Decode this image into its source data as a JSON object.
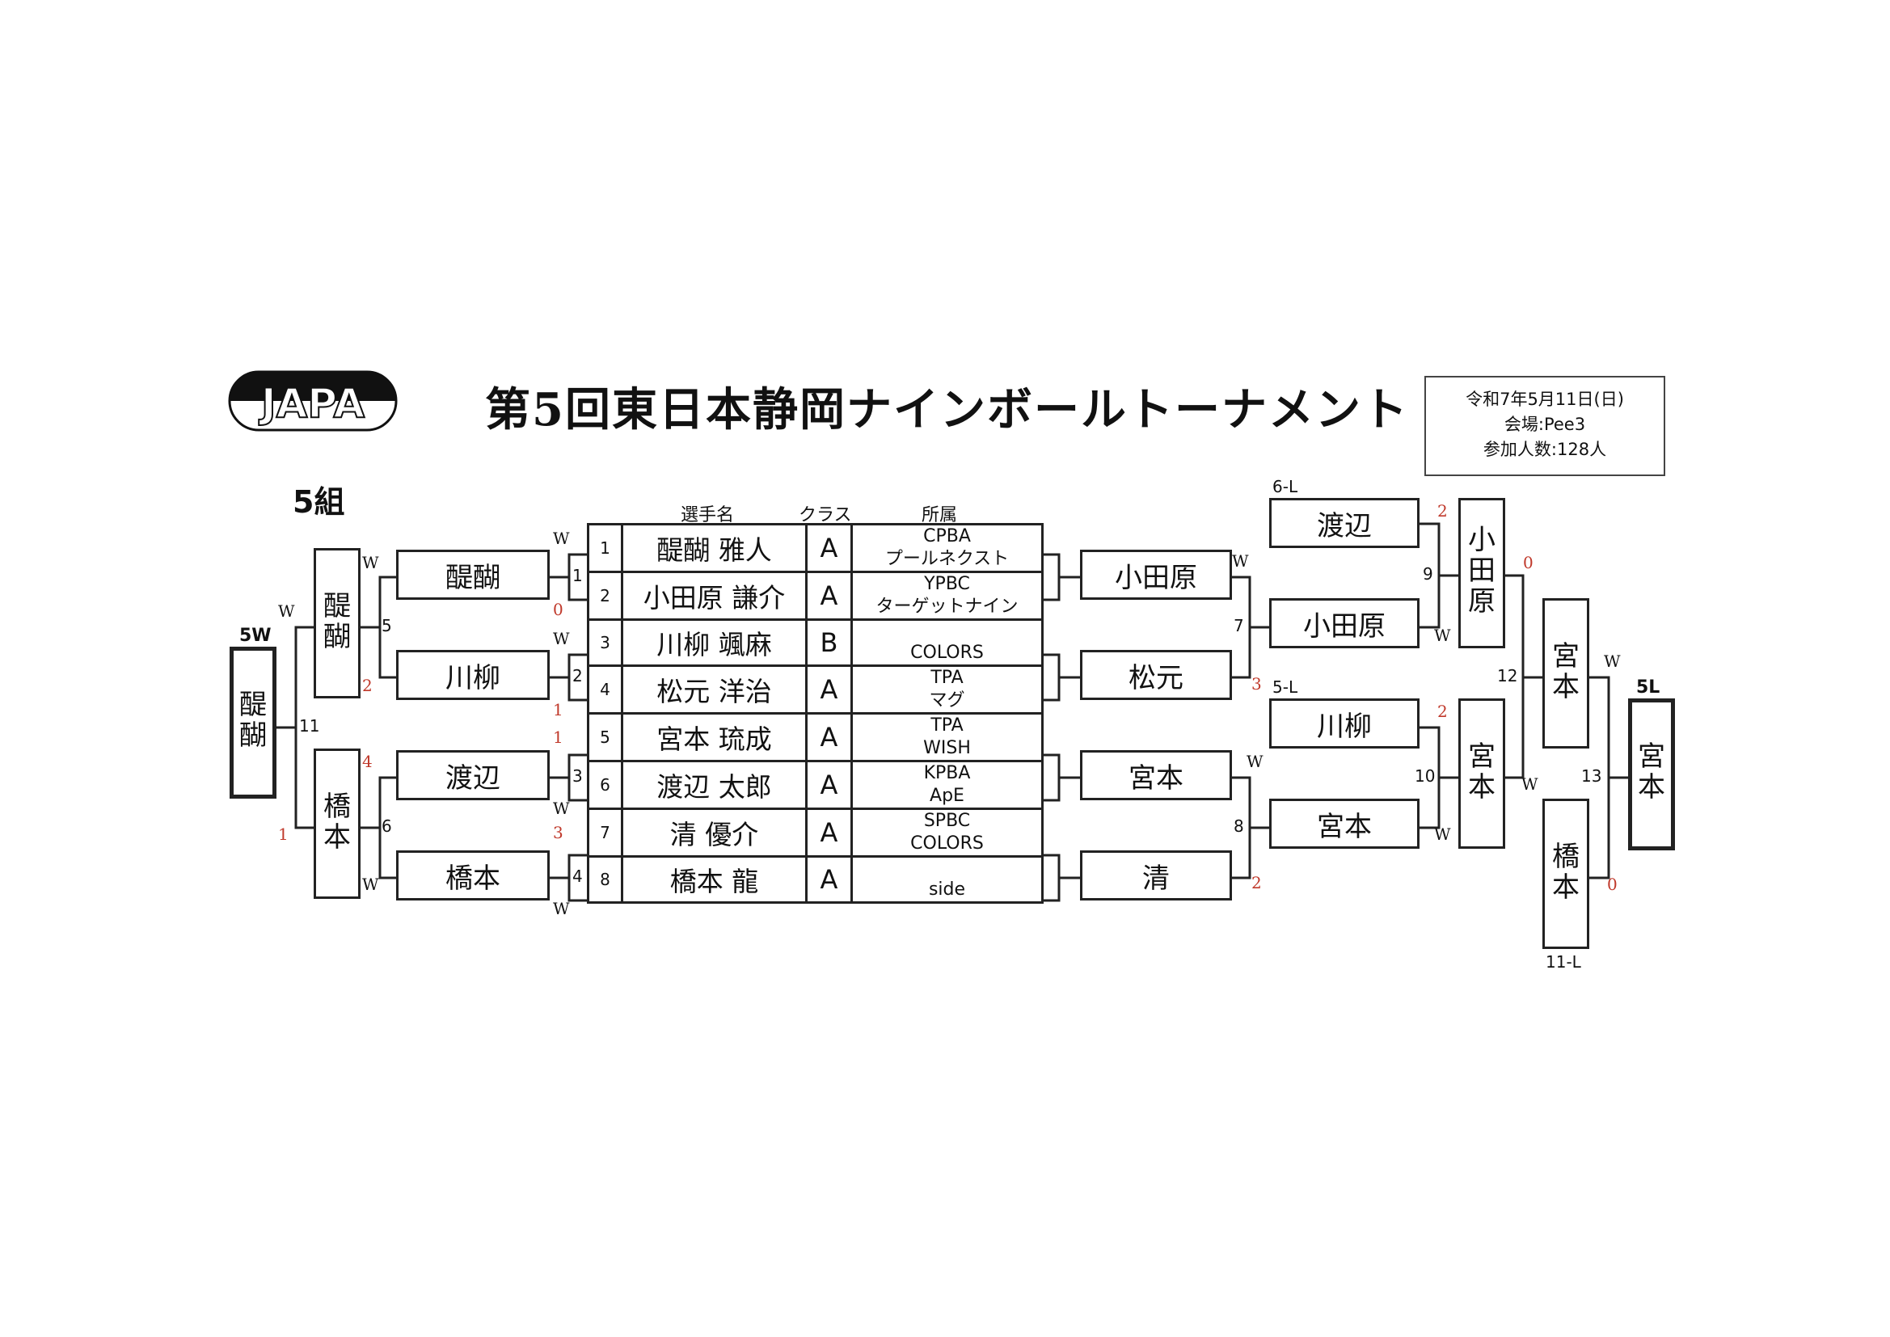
{
  "logo_text": "JAPA",
  "title": "第5回東日本静岡ナインボールトーナメント",
  "info": {
    "date": "令和7年5月11日(日)",
    "venue": "会場:Pee3",
    "participants": "参加人数:128人"
  },
  "group": "5組",
  "headers": {
    "name": "選手名",
    "class": "クラス",
    "affiliation": "所属"
  },
  "players": [
    {
      "no": "1",
      "name": "醍醐 雅人",
      "class": "A",
      "aff1": "CPBA",
      "aff2": "プールネクスト"
    },
    {
      "no": "2",
      "name": "小田原 謙介",
      "class": "A",
      "aff1": "YPBC",
      "aff2": "ターゲットナイン"
    },
    {
      "no": "3",
      "name": "川柳 颯麻",
      "class": "B",
      "aff1": "",
      "aff2": "COLORS"
    },
    {
      "no": "4",
      "name": "松元 洋治",
      "class": "A",
      "aff1": "TPA",
      "aff2": "マグ"
    },
    {
      "no": "5",
      "name": "宮本 琉成",
      "class": "A",
      "aff1": "TPA",
      "aff2": "WISH"
    },
    {
      "no": "6",
      "name": "渡辺 太郎",
      "class": "A",
      "aff1": "KPBA",
      "aff2": "ApE"
    },
    {
      "no": "7",
      "name": "清 優介",
      "class": "A",
      "aff1": "SPBC",
      "aff2": "COLORS"
    },
    {
      "no": "8",
      "name": "橋本 龍",
      "class": "A",
      "aff1": "",
      "aff2": "side"
    }
  ],
  "left": {
    "r1": [
      {
        "name": "醍醐"
      },
      {
        "name": "川柳"
      },
      {
        "name": "渡辺"
      },
      {
        "name": "橋本"
      }
    ],
    "r2": [
      {
        "name": "醍醐"
      },
      {
        "name": "橋本"
      }
    ],
    "final_label": "5W",
    "final": "醍醐",
    "match_nums": [
      "1",
      "2",
      "3",
      "4",
      "5",
      "6",
      "11"
    ],
    "scores": [
      "0",
      "1",
      "1",
      "3",
      "2",
      "4",
      "1"
    ],
    "w": "W"
  },
  "right": {
    "r1": [
      {
        "name": "小田原"
      },
      {
        "name": "松元"
      },
      {
        "name": "宮本"
      },
      {
        "name": "清"
      }
    ],
    "r2": [
      {
        "name": "渡辺"
      },
      {
        "name": "小田原"
      },
      {
        "name": "川柳"
      },
      {
        "name": "宮本"
      }
    ],
    "r2_labels": [
      "6-L",
      "5-L"
    ],
    "r3": [
      {
        "name": "小田原"
      },
      {
        "name": "宮本"
      }
    ],
    "r4": [
      {
        "name": "宮本"
      },
      {
        "name": "橋本"
      }
    ],
    "r4_label": "11-L",
    "final_label": "5L",
    "final": "宮本",
    "match_nums": [
      "7",
      "8",
      "9",
      "10",
      "12",
      "13"
    ],
    "scores": [
      "3",
      "2",
      "2",
      "2",
      "0",
      "0"
    ],
    "w": "W"
  }
}
